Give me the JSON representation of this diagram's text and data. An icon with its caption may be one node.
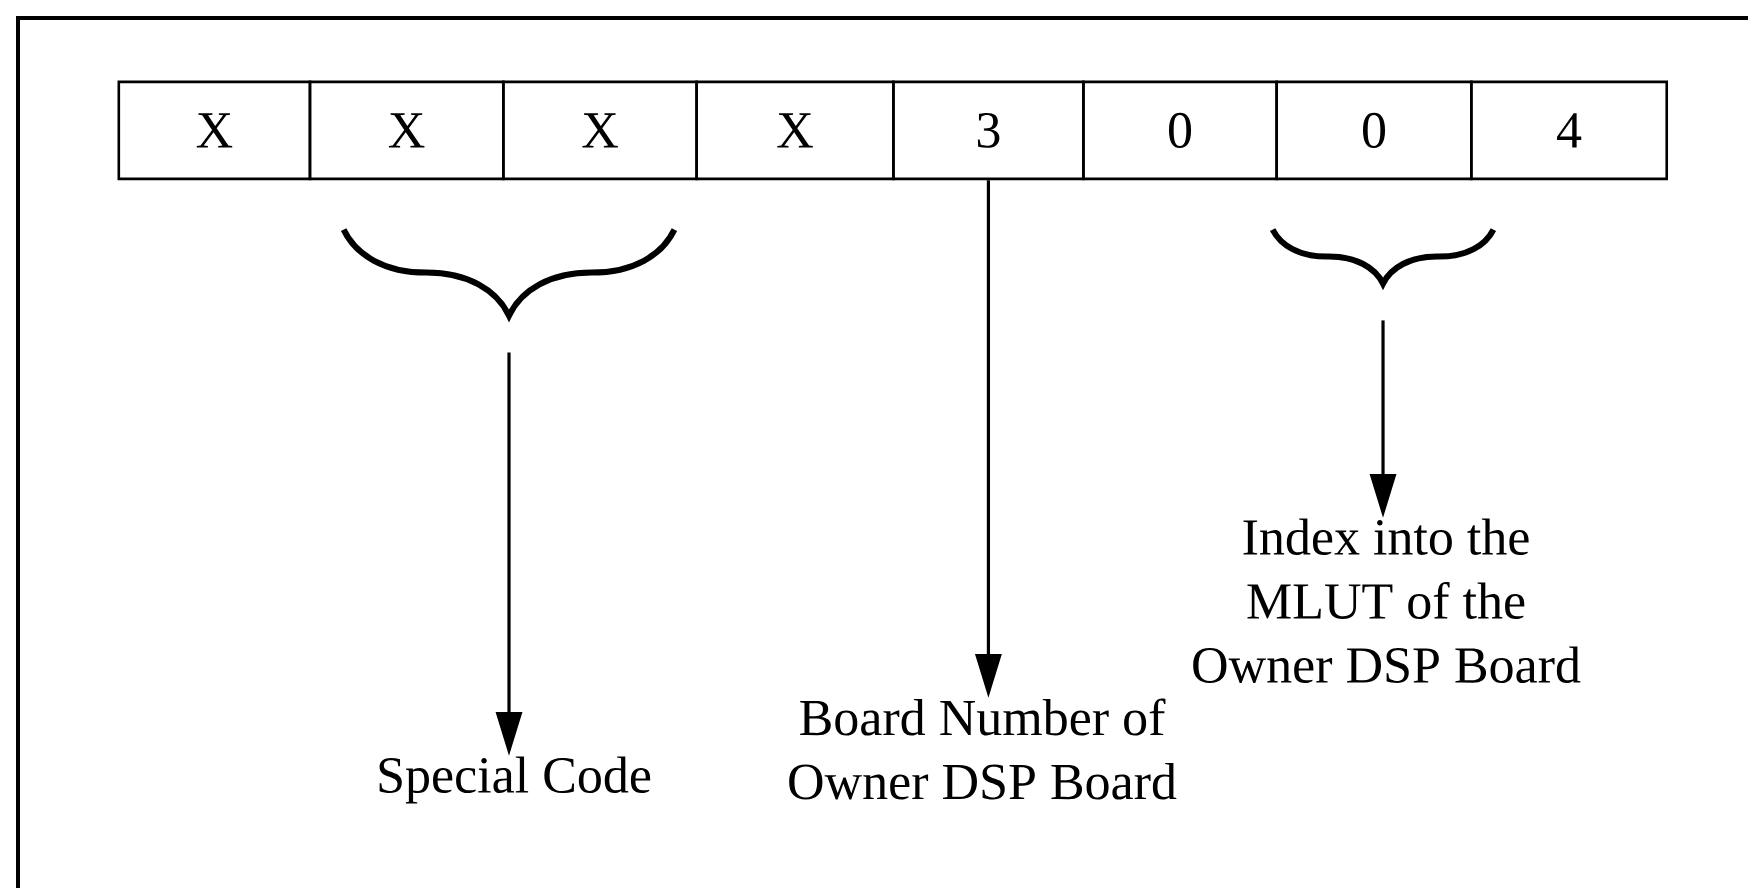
{
  "diagram": {
    "nodes": [
      {
        "text": [
          "X"
        ]
      },
      {
        "text": [
          "X"
        ]
      },
      {
        "text": [
          "X"
        ]
      },
      {
        "text": [
          "X"
        ]
      },
      {
        "text": [
          "3"
        ]
      },
      {
        "text": [
          "0"
        ]
      },
      {
        "text": [
          "0"
        ]
      },
      {
        "text": [
          "4"
        ]
      },
      {
        "text": [],
        "shape": "brace"
      },
      {
        "text": [],
        "shape": "brace"
      },
      {
        "text": [
          "Special Code"
        ]
      },
      {
        "text": [
          "Board Number of Owner DSP Board"
        ]
      },
      {
        "text": [
          "Index into the MLUT of the Owner DSP Board"
        ]
      }
    ],
    "edges": [
      {
        "from": 8,
        "to": 10,
        "arrow": "to"
      },
      {
        "from": 4,
        "to": 11,
        "arrow": "to"
      },
      {
        "from": 9,
        "to": 12,
        "arrow": "to"
      }
    ]
  }
}
